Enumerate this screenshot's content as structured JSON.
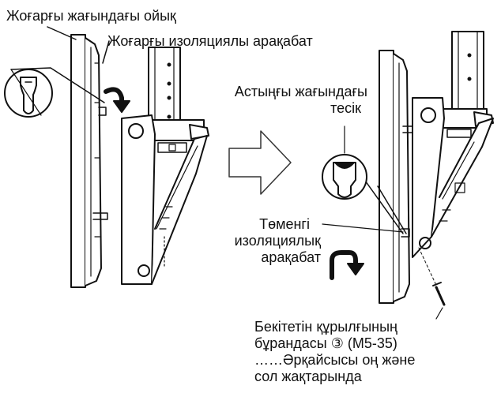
{
  "labels": {
    "top_notch": "Жоғарғы жағындағы ойық",
    "top_spacer": "Жоғарғы изоляциялы арақабат",
    "bottom_hole_line1": "Астыңғы жағындағы",
    "bottom_hole_line2": "тесік",
    "lower_spacer_line1": "Төменгі",
    "lower_spacer_line2": "изоляциялық",
    "lower_spacer_line3": "арақабат",
    "screw_line1": "Бекітетін құрылғының",
    "screw_line2": "бұрандасы ③ (M5-35)",
    "screw_line3": "……Әрқайсысы оң және",
    "screw_line4": "сол жақтарында"
  },
  "colors": {
    "ink": "#111111",
    "paper": "#ffffff",
    "shade": "#d9d9d9"
  },
  "icons": [
    "down-arrow-icon",
    "transition-arrow-icon",
    "hook-arrow-icon",
    "screw-icon"
  ]
}
